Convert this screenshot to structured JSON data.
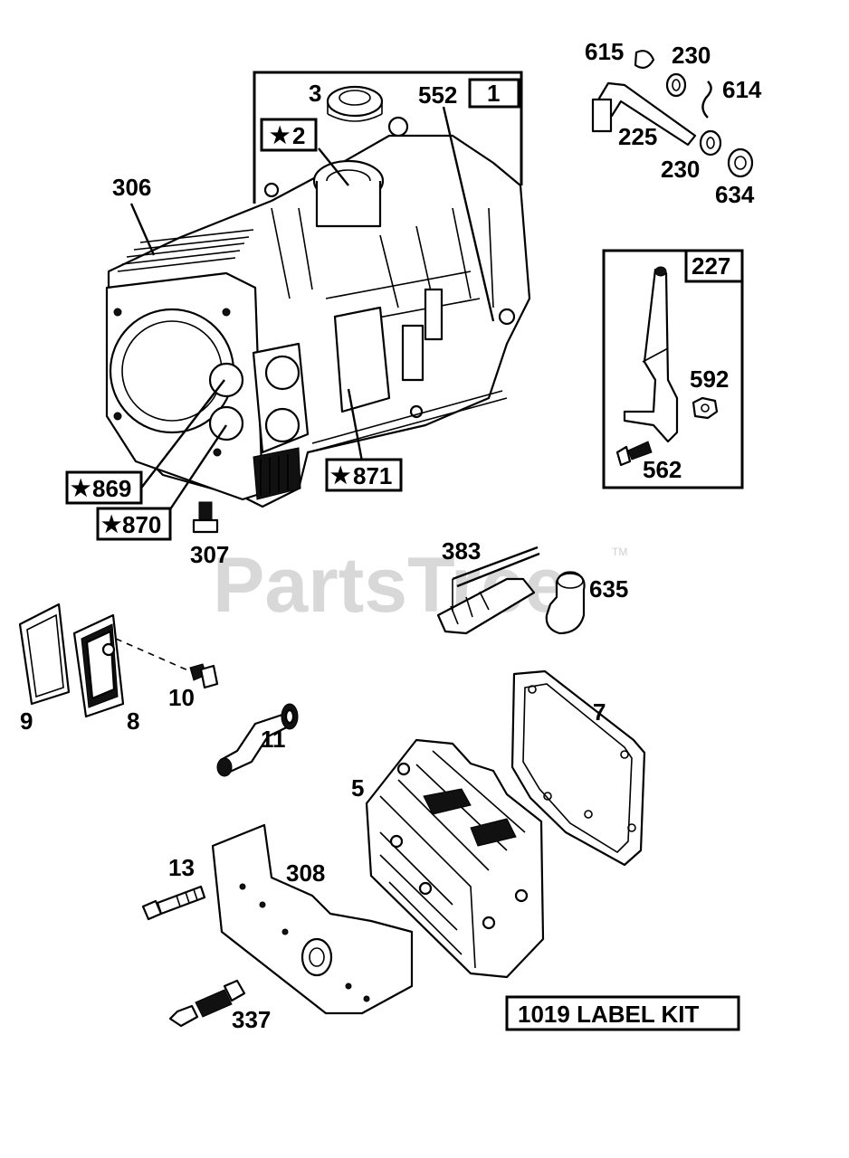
{
  "watermark": {
    "text": "PartsTree",
    "trademark": "TM"
  },
  "labels": {
    "p1": "1",
    "p2": "2",
    "p3": "3",
    "p5": "5",
    "p7": "7",
    "p8": "8",
    "p9": "9",
    "p10": "10",
    "p11": "11",
    "p13": "13",
    "p225": "225",
    "p227": "227",
    "p230a": "230",
    "p230b": "230",
    "p306": "306",
    "p307": "307",
    "p308": "308",
    "p337": "337",
    "p383": "383",
    "p552": "552",
    "p562": "562",
    "p592": "592",
    "p614": "614",
    "p615": "615",
    "p634": "634",
    "p635": "635",
    "p869": "869",
    "p870": "870",
    "p871": "871",
    "label_kit": "1019 LABEL KIT"
  },
  "star_glyph": "★",
  "colors": {
    "ink": "#000000",
    "paper": "#ffffff",
    "watermark": "#d8d8d8"
  }
}
